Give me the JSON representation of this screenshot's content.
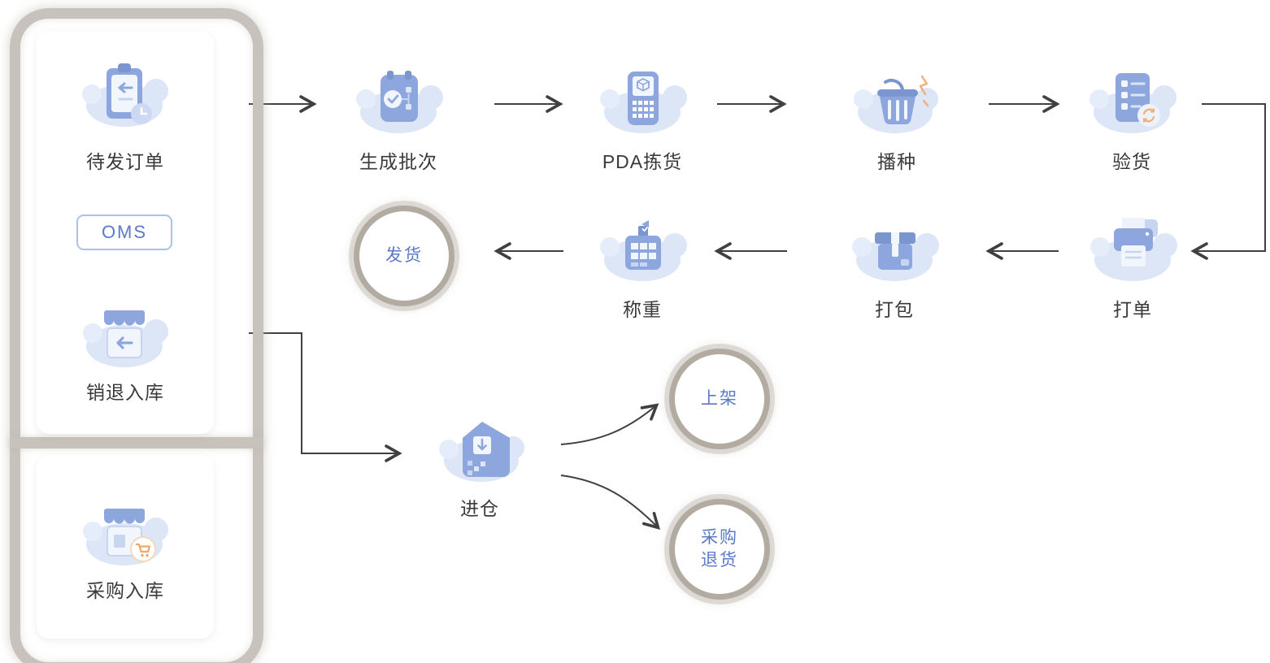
{
  "left_panel": {
    "top_section": {
      "pending_orders": {
        "icon": "clipboard-outbound-icon",
        "label": "待发订单"
      },
      "oms_badge": {
        "label": "OMS"
      },
      "sales_return": {
        "icon": "store-return-icon",
        "label": "销退入库"
      }
    },
    "bottom_section": {
      "purchase_inbound": {
        "icon": "store-cart-icon",
        "label": "采购入库"
      }
    }
  },
  "flow": {
    "generate_batch": {
      "icon": "batch-generate-icon",
      "label": "生成批次"
    },
    "pda_picking": {
      "icon": "pda-device-icon",
      "label": "PDA拣货"
    },
    "seeding": {
      "icon": "seeding-basket-icon",
      "label": "播种"
    },
    "inspection": {
      "icon": "inspection-checklist-icon",
      "label": "验货"
    },
    "shipping": {
      "shape": "ring-circle",
      "label": "发货"
    },
    "weighing": {
      "icon": "weighing-machine-icon",
      "label": "称重"
    },
    "packing": {
      "icon": "packing-box-icon",
      "label": "打包"
    },
    "print_order": {
      "icon": "printer-icon",
      "label": "打单"
    },
    "warehouse_in": {
      "icon": "warehouse-in-icon",
      "label": "进仓"
    },
    "shelving": {
      "shape": "ring-circle",
      "label": "上架"
    },
    "purchase_return": {
      "shape": "ring-circle",
      "label": "采购退货",
      "line1": "采购",
      "line2": "退货"
    }
  },
  "colors": {
    "icon_blue": "#8da7de",
    "icon_blue_dark": "#7b95cf",
    "icon_blue_light": "#c7d5f0",
    "cloud_blue": "#dce6f6",
    "paper": "#f1f5fc",
    "accent_orange": "#f0ad7e",
    "circle_ring": "#b2aba2",
    "circle_text": "#5b79c6",
    "label_text": "#3a3a3a",
    "arrow": "#404040",
    "frame_gray": "#c7c2bb"
  }
}
